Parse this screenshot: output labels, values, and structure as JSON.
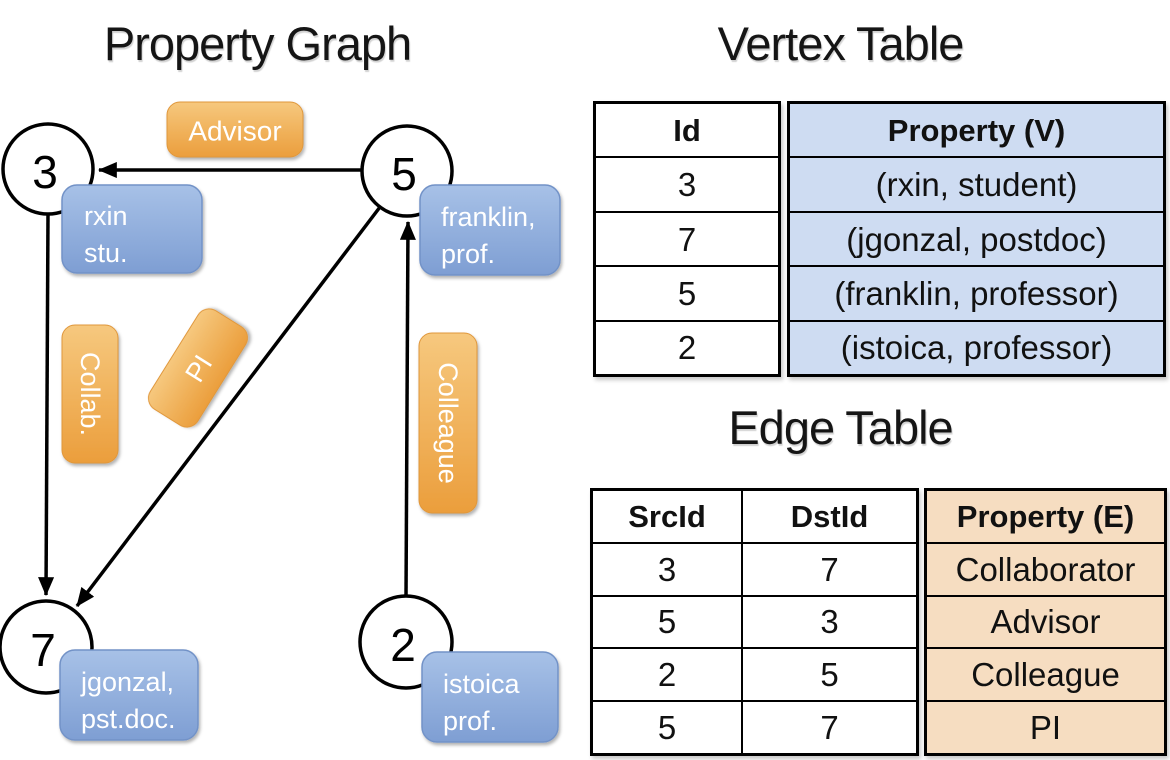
{
  "graph": {
    "title": "Property Graph",
    "nodes": [
      {
        "id": "3",
        "line1": "rxin",
        "line2": "stu."
      },
      {
        "id": "5",
        "line1": "franklin,",
        "line2": "prof."
      },
      {
        "id": "7",
        "line1": "jgonzal,",
        "line2": "pst.doc."
      },
      {
        "id": "2",
        "line1": "istoica",
        "line2": "prof."
      }
    ],
    "edges": [
      {
        "src": "5",
        "dst": "3",
        "label": "Advisor"
      },
      {
        "src": "3",
        "dst": "7",
        "label": "Collab."
      },
      {
        "src": "5",
        "dst": "7",
        "label": "PI"
      },
      {
        "src": "2",
        "dst": "5",
        "label": "Colleague"
      }
    ]
  },
  "vertex_table": {
    "title": "Vertex Table",
    "col_id": "Id",
    "col_property": "Property (V)",
    "rows": [
      {
        "id": "3",
        "property": "(rxin, student)"
      },
      {
        "id": "7",
        "property": "(jgonzal, postdoc)"
      },
      {
        "id": "5",
        "property": "(franklin, professor)"
      },
      {
        "id": "2",
        "property": "(istoica, professor)"
      }
    ]
  },
  "edge_table": {
    "title": "Edge Table",
    "col_src": "SrcId",
    "col_dst": "DstId",
    "col_property": "Property (E)",
    "rows": [
      {
        "src": "3",
        "dst": "7",
        "property": "Collaborator"
      },
      {
        "src": "5",
        "dst": "3",
        "property": "Advisor"
      },
      {
        "src": "2",
        "dst": "5",
        "property": "Colleague"
      },
      {
        "src": "5",
        "dst": "7",
        "property": "PI"
      }
    ]
  },
  "colors": {
    "vertex_box_top": "#a7c1e7",
    "vertex_box_bottom": "#7e9ed3",
    "edge_box_top": "#f6c87e",
    "edge_box_bottom": "#eb9e3c",
    "vertex_property_bg": "#cedcf2",
    "edge_property_bg": "#f6ddc1",
    "line": "#000000",
    "box_text": "#ffffff"
  }
}
